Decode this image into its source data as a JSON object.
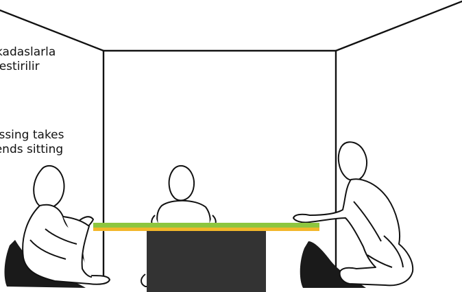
{
  "captions": {
    "turkish": [
      "kadaslarla",
      "lestirilir"
    ],
    "english": [
      "essing takes",
      "iends sitting"
    ]
  },
  "colors": {
    "line": "#111111",
    "table_top": "#8dc63f",
    "table_edge": "#f2b72a",
    "table_base": "#333333",
    "cushion": "#1a1a1a",
    "background": "#ffffff"
  }
}
